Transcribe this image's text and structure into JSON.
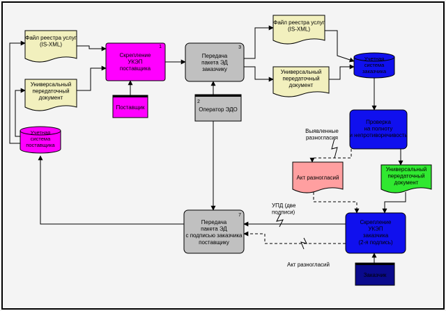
{
  "colors": {
    "background": "#f4f4f4",
    "frame": "#000000",
    "document": "#f2f0be",
    "magenta": "#ff00ff",
    "gray": "#c0c0c0",
    "blue": "#1010ee",
    "navy": "#0a0a8c",
    "pink": "#ff9fa0",
    "green": "#30e830"
  },
  "nodes": {
    "file_registry_left": "Файл реестра услуг\n(IS-XML)",
    "upd_left": "Универсальный\nпередаточный\nдокумент",
    "supplier_db": "Учетная\nсистема\nпоставщика",
    "sign_supplier": "Скрепление\nУКЭП\nпоставщика",
    "sign_supplier_num": "1",
    "supplier_actor": "Поставщик",
    "transfer_to_customer": "Передача\nпакета ЭД\nзаказчику",
    "transfer_to_customer_num": "3",
    "operator_edo": "Оператор ЭДО",
    "operator_edo_num": "2",
    "file_registry_right": "Файл реестра услуг\n(IS-XML)",
    "upd_right": "Универсальный\nпередаточный\nдокумент",
    "customer_db": "Учетная\nсистема\nзаказчика",
    "check": "Проверка\nна полноту\nи непротиворечивость",
    "act_disagreements": "Акт разногласий",
    "upd_green": "Универсальный\nпередаточный\nдокумент",
    "sign_customer": "Скрепление\nУКЭП\nзаказчика\n(2-я подпись)",
    "customer_actor": "Заказчик",
    "transfer_back": "Передача\nпакета ЭД\nс подписью заказчика\nпоставщику",
    "transfer_back_num": "7"
  },
  "labels": {
    "disagreements_found": "Выявленные\nразногласия",
    "upd_two_signatures": "УПД (две\nподписи)",
    "act_disagreements_label": "Акт разногласий"
  }
}
